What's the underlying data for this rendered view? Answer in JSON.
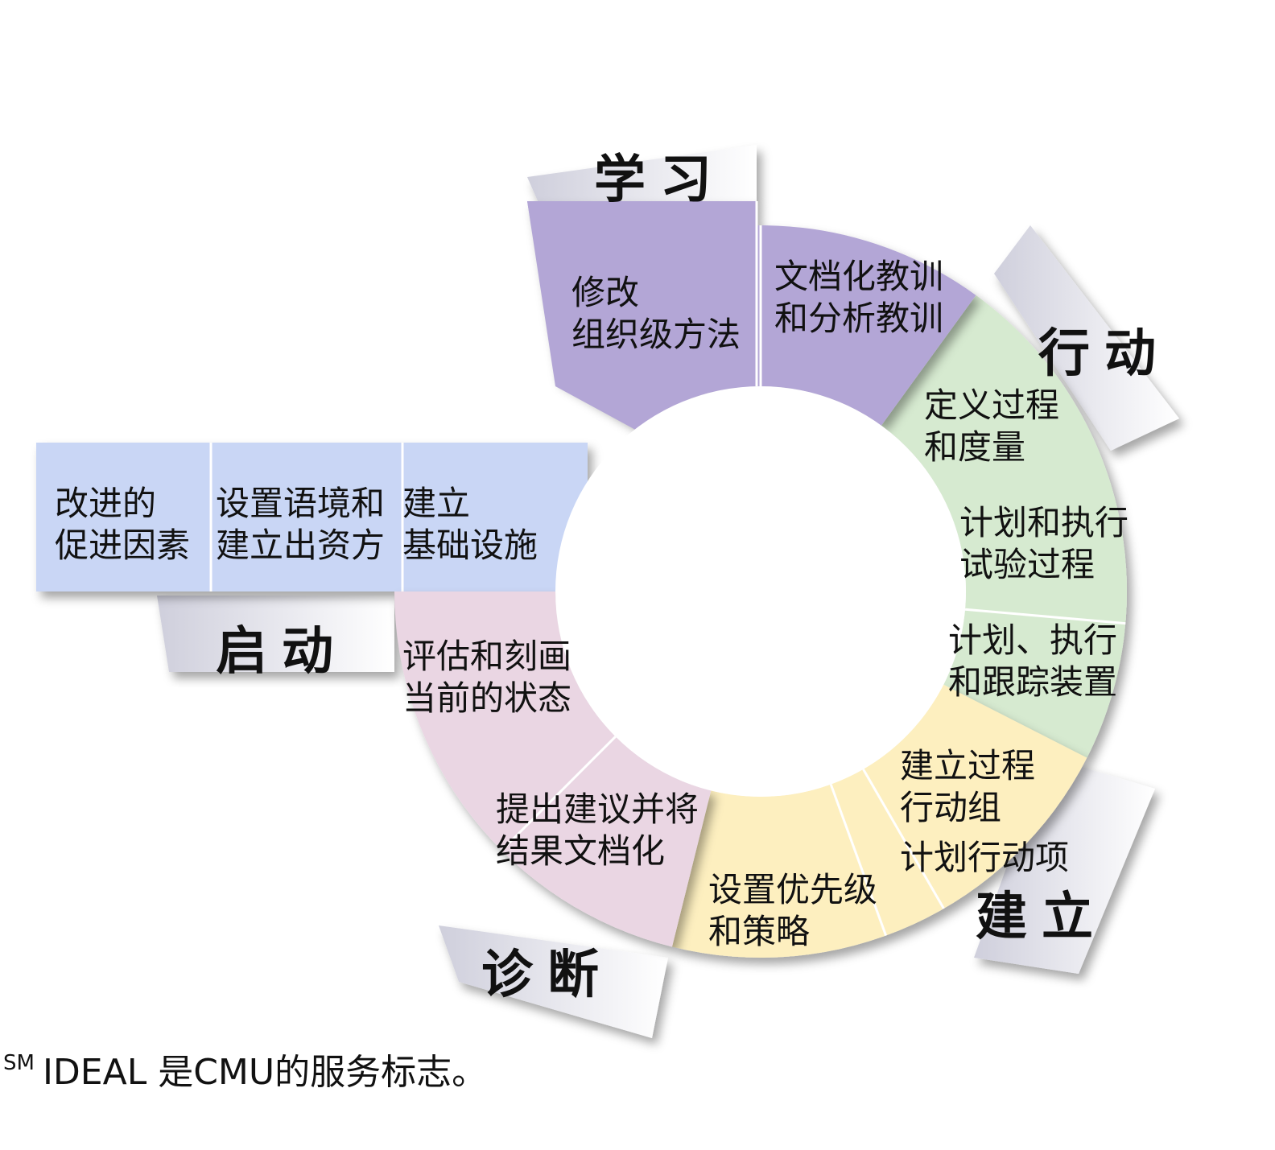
{
  "phases": {
    "learning": "学习",
    "acting": "行动",
    "establishing": "建立",
    "diagnosing": "诊断",
    "initiating": "启动"
  },
  "steps": {
    "revise_approach": "修改\n组织级方法",
    "document_lessons": "文档化教训\n和分析教训",
    "define_processes": "定义过程\n和度量",
    "pilot_process": "计划和执行\n试验过程",
    "plan_track": "计划、执行\n和跟踪装置",
    "action_teams": "建立过程\n行动组",
    "plan_actions": "计划行动项",
    "priorities": "设置优先级\n和策略",
    "recommendations": "提出建议并将\n结果文档化",
    "characterize_state": "评估和刻画\n当前的状态",
    "stimulus": "改进的\n促进因素",
    "set_context": "设置语境和\n建立出资方",
    "infrastructure": "建立\n基础设施"
  },
  "colors": {
    "learning": "#b3a6d6",
    "acting": "#d6ead0",
    "establishing": "#fdefbf",
    "diagnosing": "#ead6e3",
    "initiating": "#c9d6f5"
  },
  "footnote": {
    "mark": "SM",
    "text": "IDEAL 是CMU的服务标志。"
  }
}
